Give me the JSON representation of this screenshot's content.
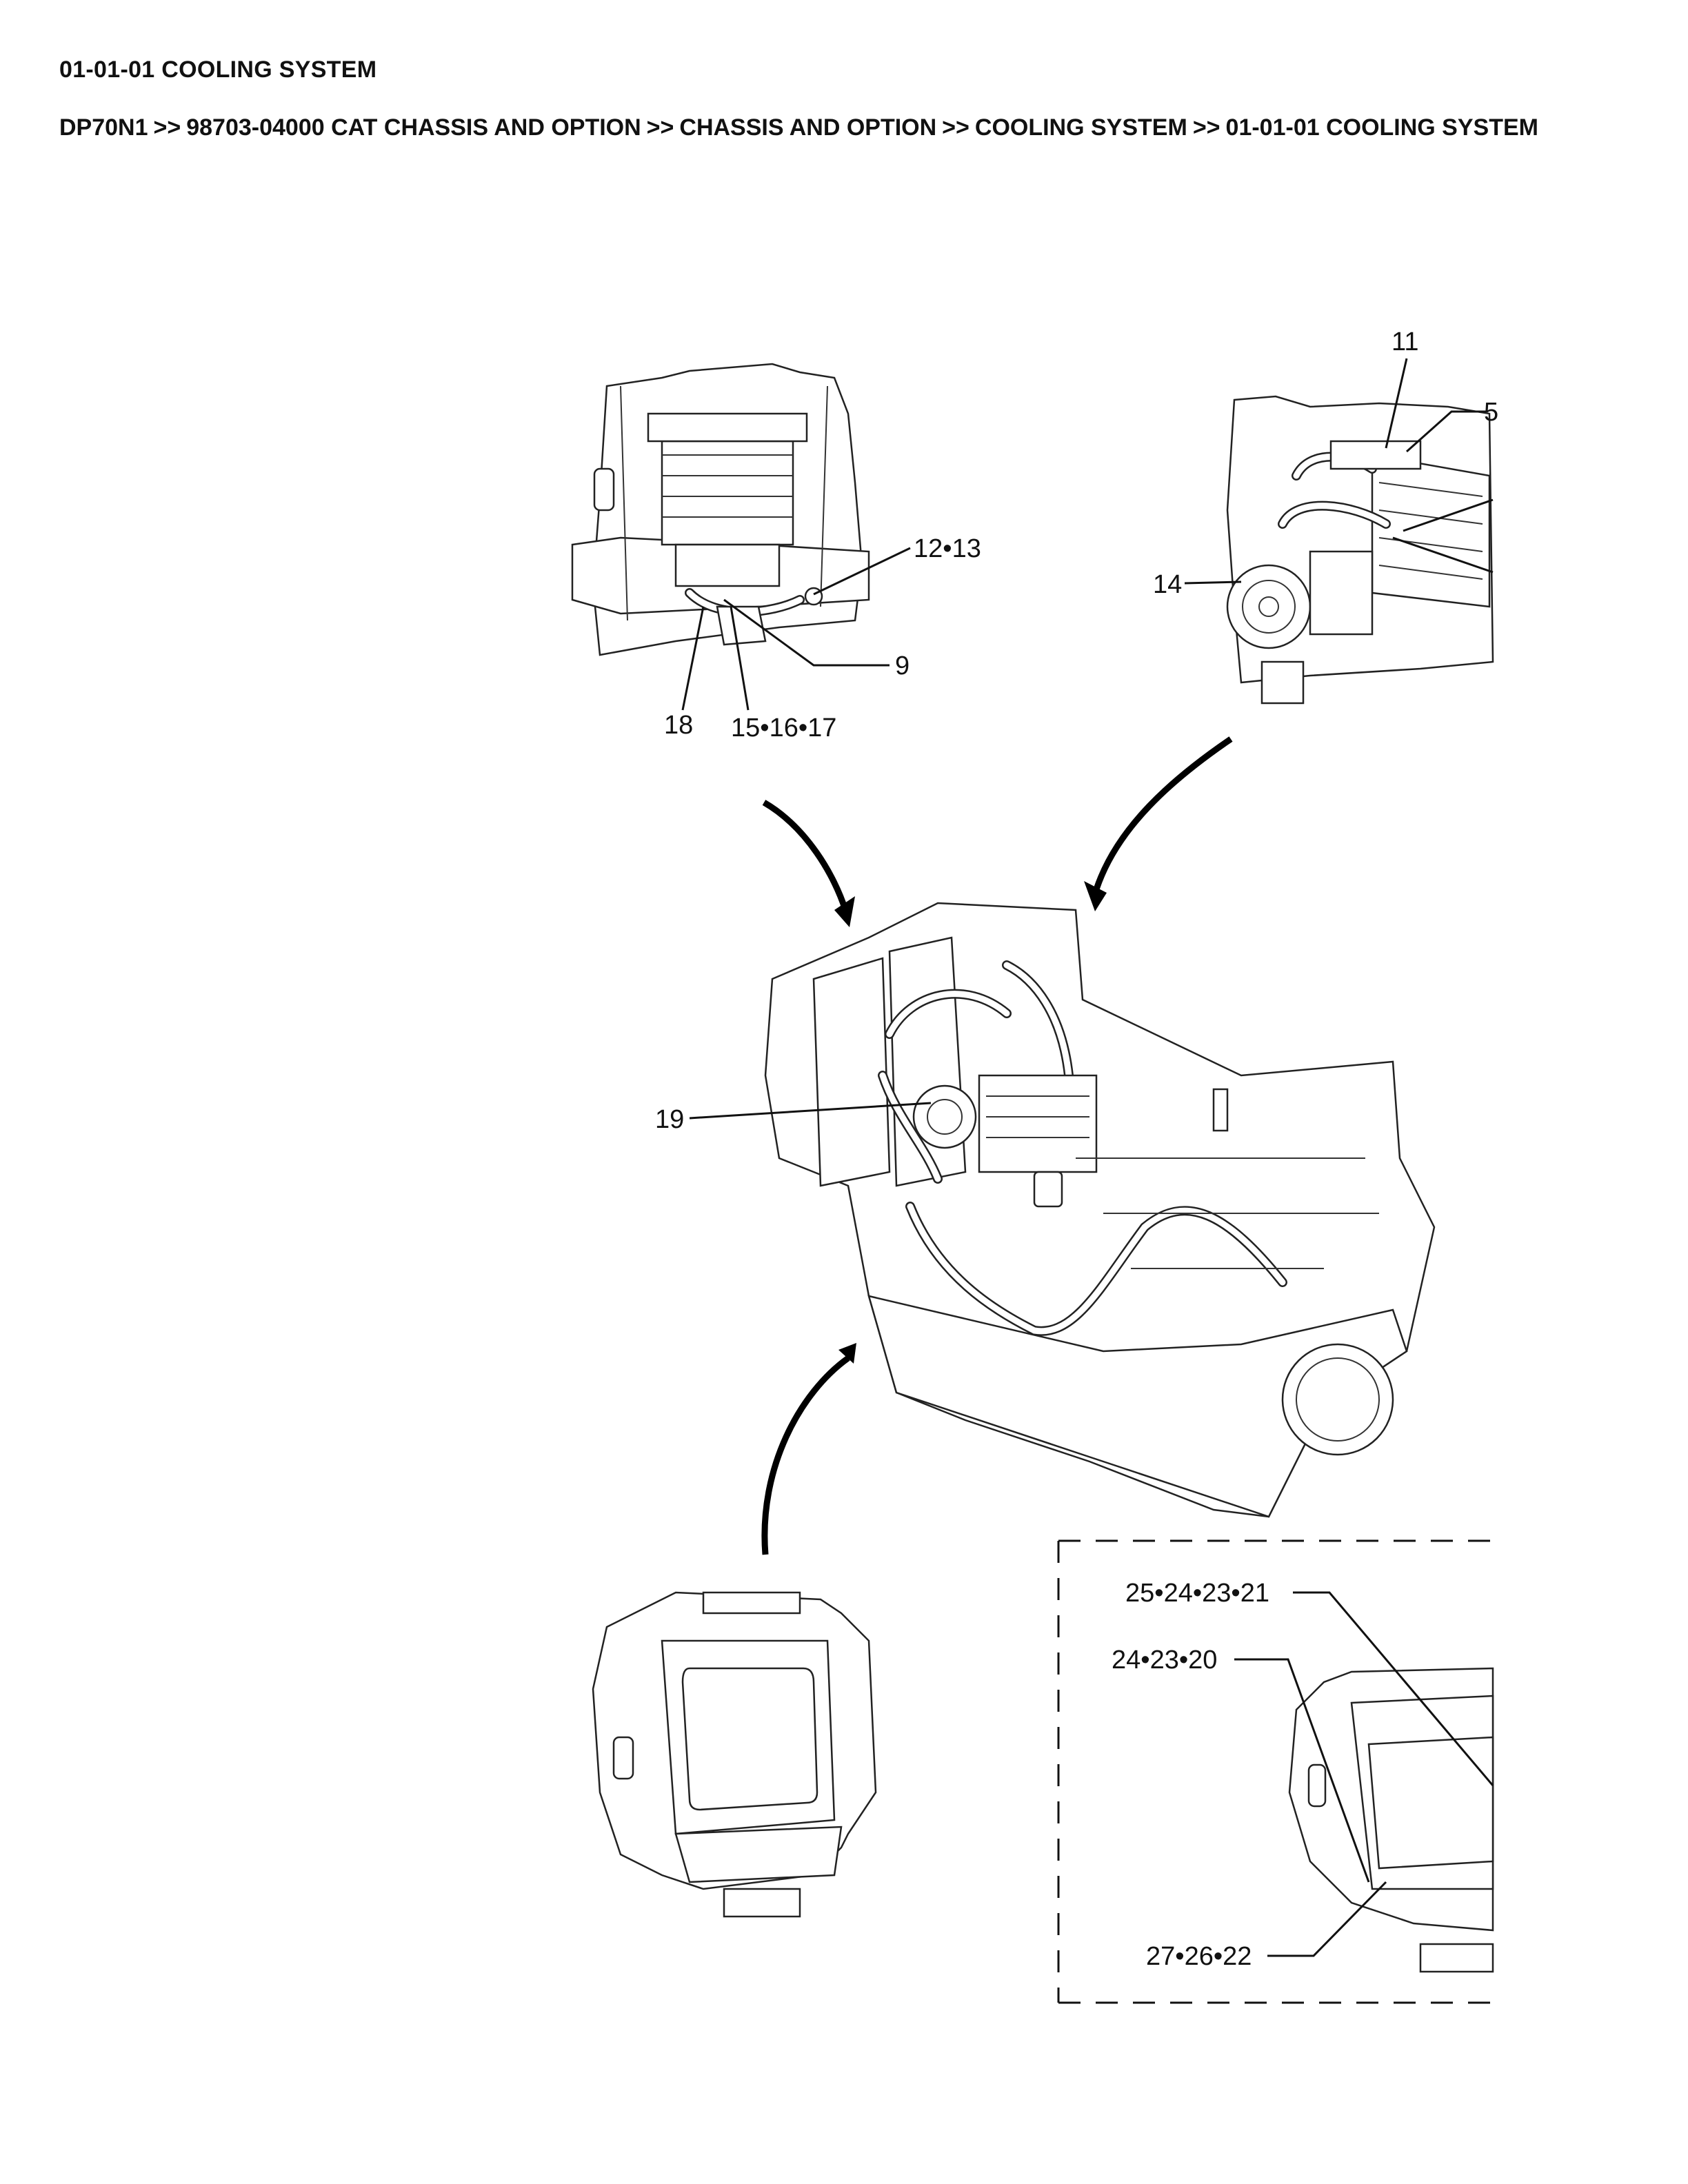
{
  "header": {
    "title": "01-01-01 COOLING SYSTEM",
    "breadcrumb": [
      "DP70N1",
      "98703-04000 CAT CHASSIS AND OPTION",
      "CHASSIS AND OPTION",
      "COOLING SYSTEM",
      "01-01-01 COOLING SYSTEM"
    ],
    "separator": ">>"
  },
  "callouts": {
    "c11": "11",
    "c5": "5",
    "c12_13": "12•13",
    "c14": "14",
    "c9": "9",
    "c18": "18",
    "c15_16_17": "15•16•17",
    "c19": "19",
    "c25_24_23_21": "25•24•23•21",
    "c24_23_20": "24•23•20",
    "c27_26_22": "27•26•22"
  }
}
